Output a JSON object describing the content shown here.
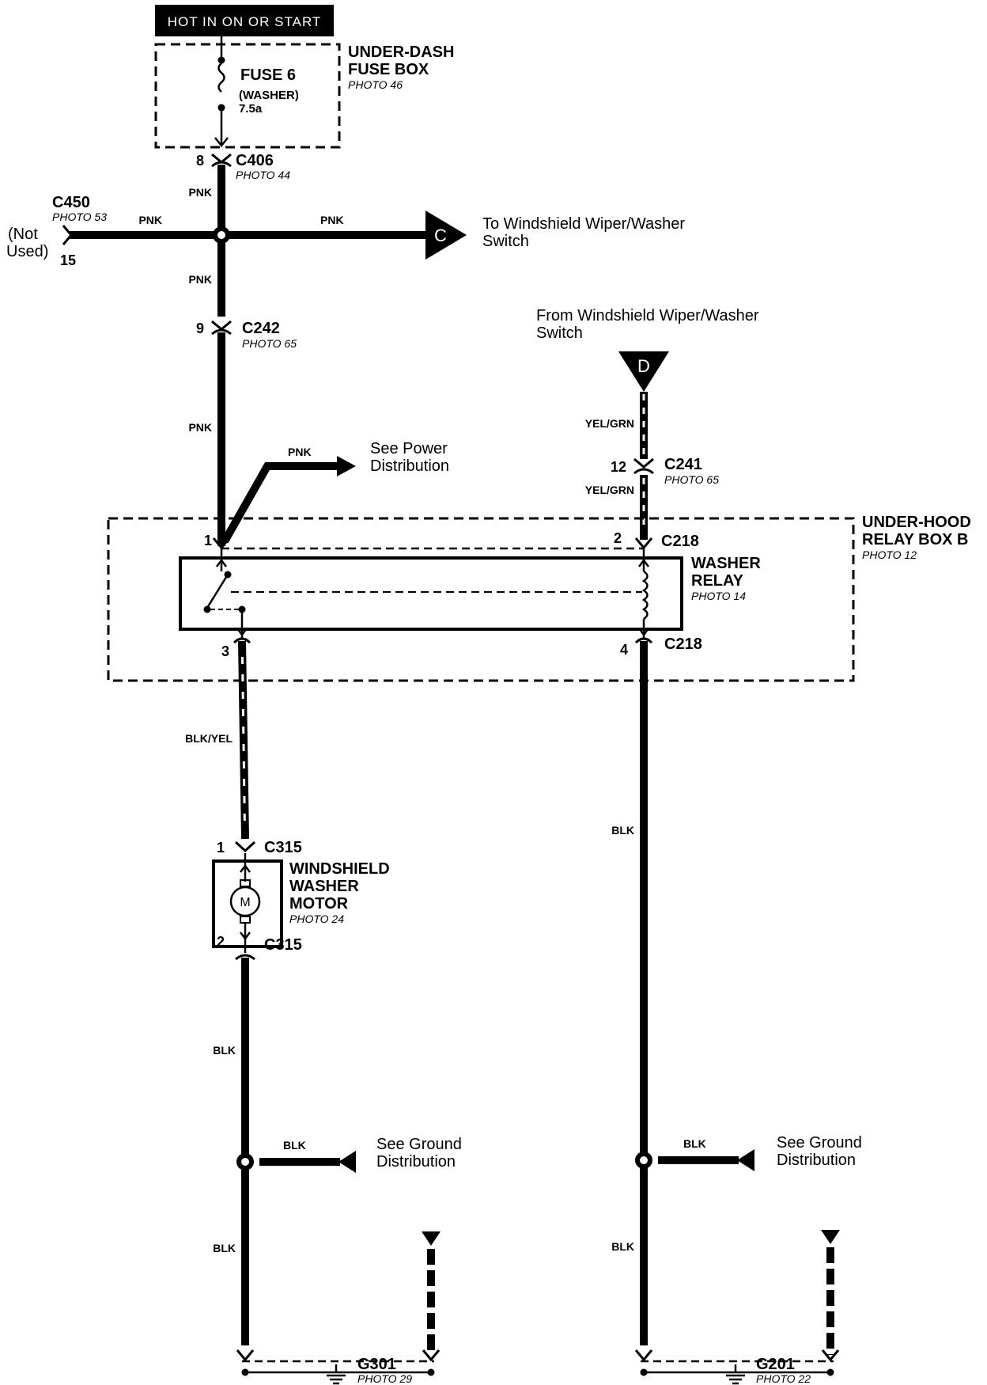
{
  "power_label": "HOT IN ON OR START",
  "under_dash_fuse_box": {
    "title_line1": "UNDER-DASH",
    "title_line2": "FUSE BOX",
    "photo": "PHOTO 46",
    "fuse_name": "FUSE 6",
    "fuse_desc": "(WASHER)",
    "fuse_rating": "7.5a"
  },
  "c406": {
    "pin": "8",
    "name": "C406",
    "photo": "PHOTO 44"
  },
  "c450": {
    "name": "C450",
    "photo": "PHOTO 53",
    "pin": "15",
    "note_line1": "(Not",
    "note_line2": "Used)"
  },
  "c242": {
    "pin": "9",
    "name": "C242",
    "photo": "PHOTO 65"
  },
  "c241": {
    "pin": "12",
    "name": "C241",
    "photo": "PHOTO 65"
  },
  "wire_colors": {
    "pnk": "PNK",
    "yel_grn": "YEL/GRN",
    "blk_yel": "BLK/YEL",
    "blk": "BLK"
  },
  "to_switch": {
    "letter": "C",
    "line1": "To Windshield Wiper/Washer",
    "line2": "Switch"
  },
  "from_switch": {
    "letter": "D",
    "line1": "From Windshield Wiper/Washer",
    "line2": "Switch"
  },
  "power_distribution": {
    "line1": "See Power",
    "line2": "Distribution"
  },
  "relay_box": {
    "title_line1": "UNDER-HOOD",
    "title_line2": "RELAY BOX B",
    "photo": "PHOTO 12"
  },
  "washer_relay": {
    "title_line1": "WASHER",
    "title_line2": "RELAY",
    "photo": "PHOTO 14"
  },
  "c218": {
    "name": "C218",
    "pin1": "1",
    "pin2": "2",
    "pin3": "3",
    "pin4": "4"
  },
  "c315": {
    "name": "C315",
    "pin1": "1",
    "pin2": "2"
  },
  "washer_motor": {
    "line1": "WINDSHIELD",
    "line2": "WASHER",
    "line3": "MOTOR",
    "photo": "PHOTO 24",
    "symbol": "M"
  },
  "ground_distribution": {
    "line1": "See Ground",
    "line2": "Distribution"
  },
  "g301": {
    "name": "G301",
    "photo": "PHOTO 29"
  },
  "g201": {
    "name": "G201",
    "photo": "PHOTO 22"
  }
}
